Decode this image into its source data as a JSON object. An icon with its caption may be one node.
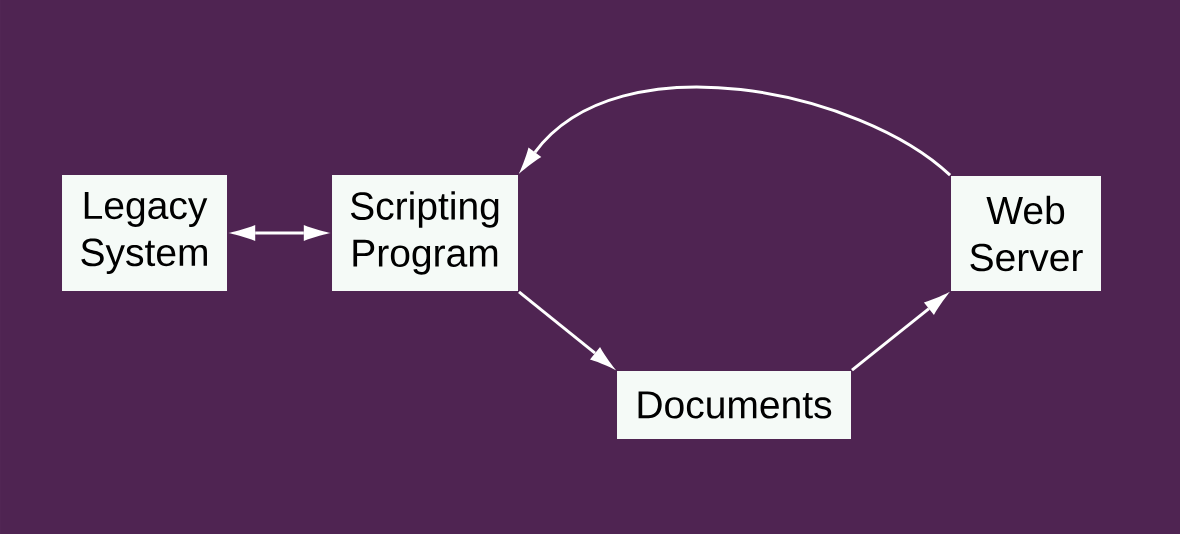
{
  "diagram": {
    "nodes": [
      {
        "text": [
          "Legacy System"
        ]
      },
      {
        "text": [
          "Scripting Program"
        ]
      },
      {
        "text": [
          "Documents"
        ]
      },
      {
        "text": [
          "Web Server"
        ]
      }
    ],
    "edges": [
      {
        "from": 0,
        "to": 1,
        "arrow": "both"
      },
      {
        "from": 1,
        "to": 2,
        "arrow": "to"
      },
      {
        "from": 2,
        "to": 3,
        "arrow": "to"
      },
      {
        "from": 3,
        "to": 1,
        "arrow": "to"
      }
    ]
  }
}
